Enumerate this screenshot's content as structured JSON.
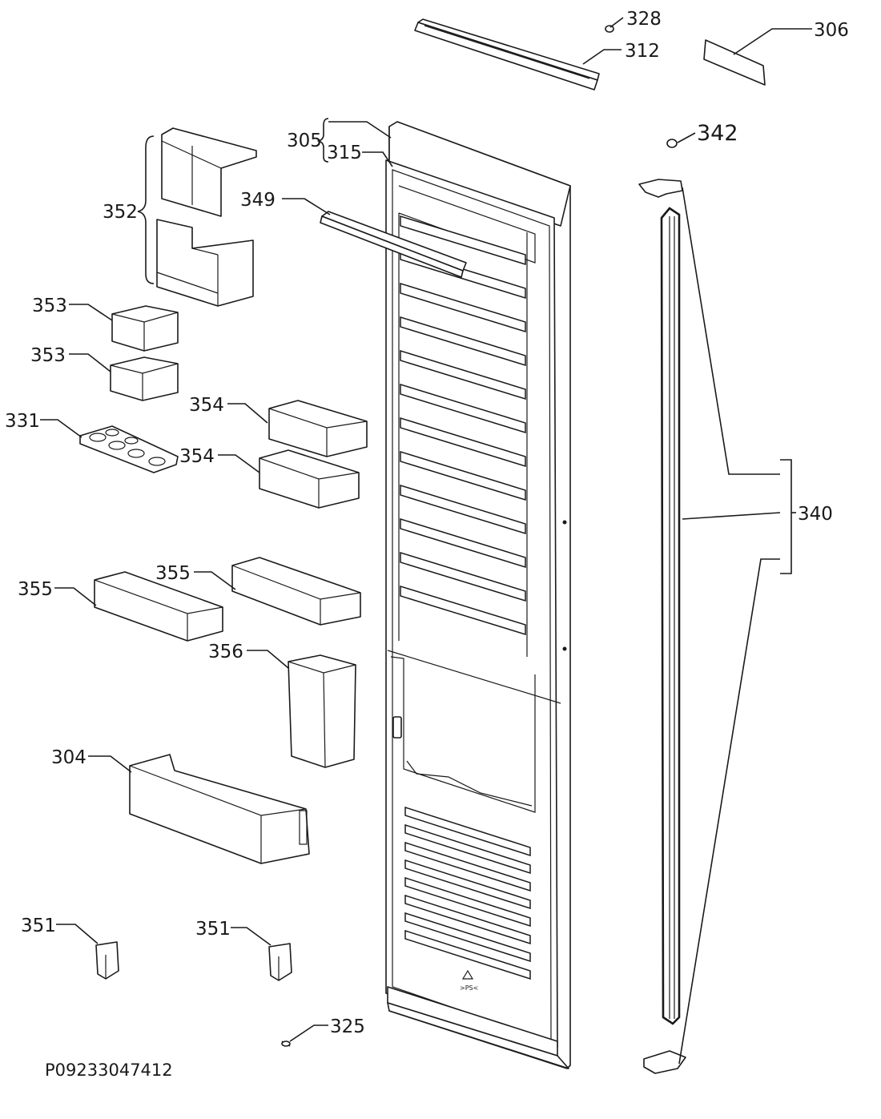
{
  "diagram": {
    "reference_code": "P09233047412",
    "labels": {
      "p328": "328",
      "p312": "312",
      "p306": "306",
      "p305": "305",
      "p315": "315",
      "p342": "342",
      "p352": "352",
      "p349": "349",
      "p353a": "353",
      "p353b": "353",
      "p354a": "354",
      "p354b": "354",
      "p331": "331",
      "p340": "340",
      "p355a": "355",
      "p355b": "355",
      "p356": "356",
      "p304": "304",
      "p351a": "351",
      "p351b": "351",
      "p325": "325"
    }
  }
}
